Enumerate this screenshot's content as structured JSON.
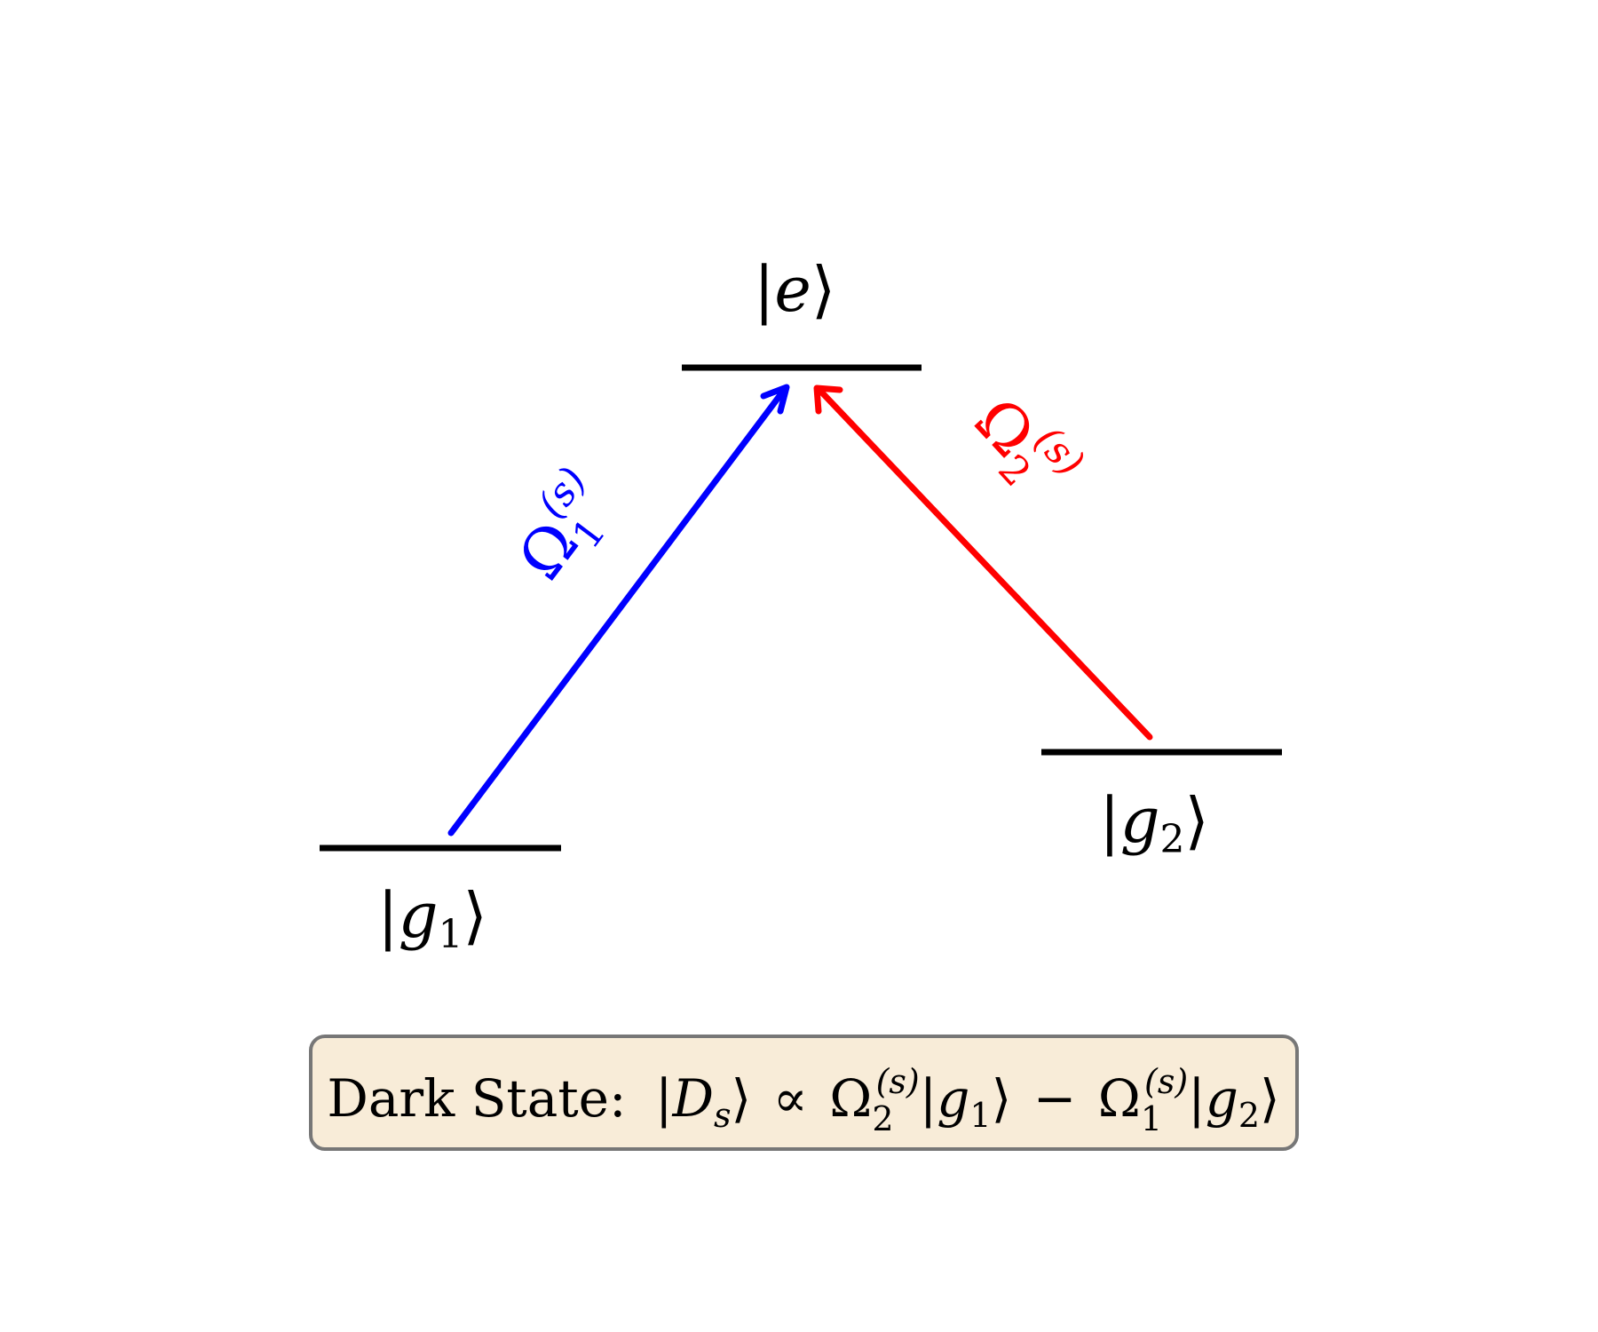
{
  "diagram": {
    "levels": {
      "excited": {
        "label_bar": "|",
        "label_sym": "e",
        "label_sub": "",
        "label_ket": "⟩"
      },
      "ground1": {
        "label_bar": "|",
        "label_sym": "g",
        "label_sub": "1",
        "label_ket": "⟩"
      },
      "ground2": {
        "label_bar": "|",
        "label_sym": "g",
        "label_sub": "2",
        "label_ket": "⟩"
      }
    },
    "transitions": {
      "omega1": {
        "symbol": "Ω",
        "sub": "1",
        "sup": "(s)",
        "color": "#0000ff"
      },
      "omega2": {
        "symbol": "Ω",
        "sub": "2",
        "sup": "(s)",
        "color": "#ff0000"
      }
    },
    "colors": {
      "level_line": "#000000",
      "box_fill": "#f8ecd8",
      "box_border": "#777777"
    },
    "dark_state": {
      "prefix": "Dark State:",
      "ket_open": "|",
      "D": "D",
      "D_sub": "s",
      "ket_close": "⟩",
      "propto": "∝",
      "omega": "Ω",
      "omega2_sub": "2",
      "omega2_sup": "(s)",
      "g1_open": "|",
      "g1_sym": "g",
      "g1_sub": "1",
      "g1_close": "⟩",
      "minus": "−",
      "omega1_sub": "1",
      "omega1_sup": "(s)",
      "g2_open": "|",
      "g2_sym": "g",
      "g2_sub": "2",
      "g2_close": "⟩"
    }
  }
}
